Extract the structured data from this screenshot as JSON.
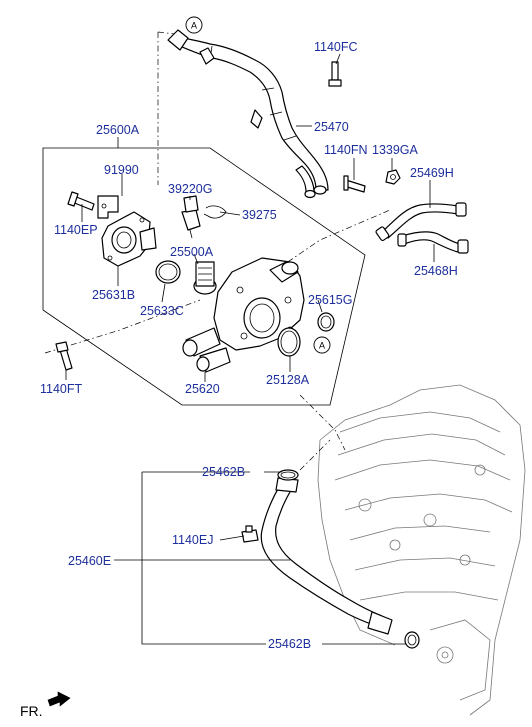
{
  "labels": {
    "p1140FC": "1140FC",
    "p25470": "25470",
    "p25600A": "25600A",
    "p1140FN": "1140FN",
    "p1339GA": "1339GA",
    "p91990": "91990",
    "p39220G": "39220G",
    "p25469H": "25469H",
    "p39275": "39275",
    "p1140EP": "1140EP",
    "p25500A": "25500A",
    "p25468H": "25468H",
    "p25631B": "25631B",
    "p25633C": "25633C",
    "p25615G": "25615G",
    "p1140FT": "1140FT",
    "p25620": "25620",
    "p25128A": "25128A",
    "p25462B_top": "25462B",
    "p1140EJ": "1140EJ",
    "p25460E": "25460E",
    "p25462B_bottom": "25462B",
    "fr": "FR."
  },
  "markers": {
    "a_top": "A",
    "a_mid": "A"
  }
}
